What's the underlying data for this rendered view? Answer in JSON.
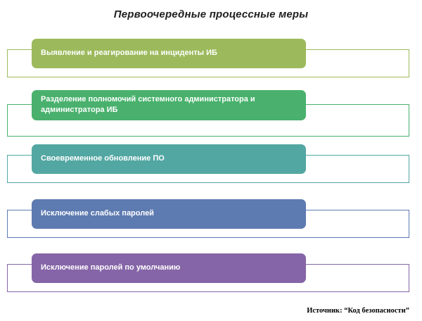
{
  "title": "Первоочередные процессные меры",
  "items": [
    {
      "label": "Выявление и реагирование на инциденты ИБ",
      "color": "#9cba5c"
    },
    {
      "label": "Разделение полномочий  системного администратора и администратора ИБ",
      "color": "#49b16d"
    },
    {
      "label": "Своевременное обновление ПО",
      "color": "#53a7a2"
    },
    {
      "label": "Исключение слабых паролей",
      "color": "#5e7bb1"
    },
    {
      "label": "Исключение паролей по умолчанию",
      "color": "#8565a7"
    }
  ],
  "source": "Источник: “Код безопасности”"
}
